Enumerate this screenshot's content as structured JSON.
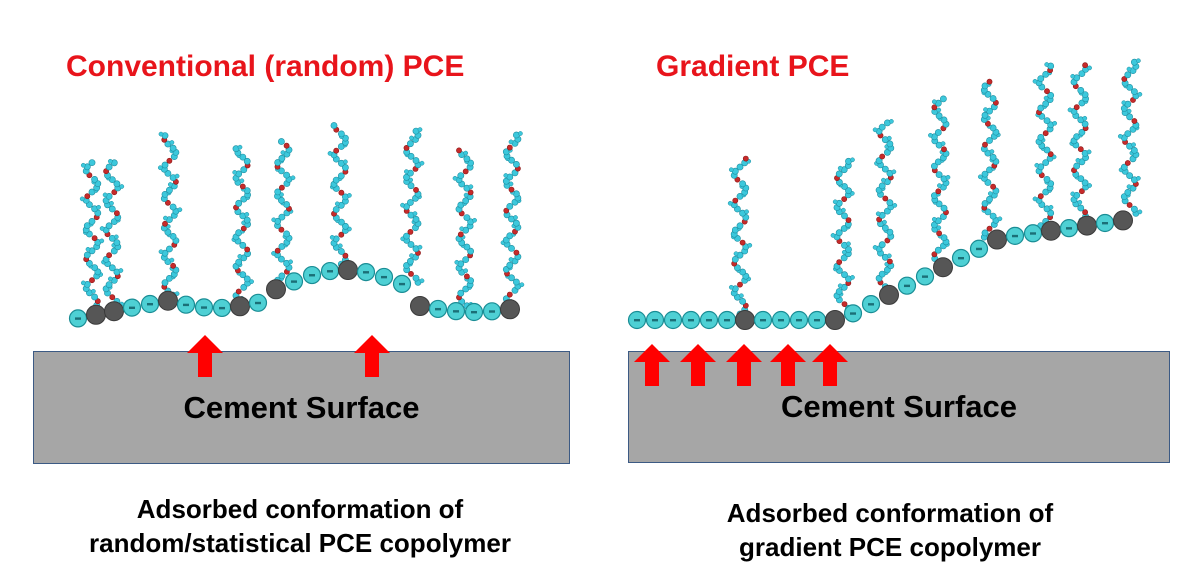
{
  "colors": {
    "title": "#e8141b",
    "surface": "#a6a6a6",
    "surface_border": "#3c5a84",
    "arrow": "#ff0000",
    "bead": "#4ed0d4",
    "bead_outline": "#1a8d95",
    "anchor": "#565656",
    "side_chain_blue": "#3cc8dc",
    "side_chain_red": "#c62a2a"
  },
  "left_panel": {
    "title": "Conventional (random) PCE",
    "surface_label": "Cement Surface",
    "caption_line1": "Adsorbed conformation of",
    "caption_line2": "random/statistical PCE copolymer",
    "arrow_count": 2
  },
  "right_panel": {
    "title": "Gradient PCE",
    "surface_label": "Cement Surface",
    "caption_line1": "Adsorbed conformation of",
    "caption_line2": "gradient PCE copolymer",
    "arrow_count": 5
  }
}
